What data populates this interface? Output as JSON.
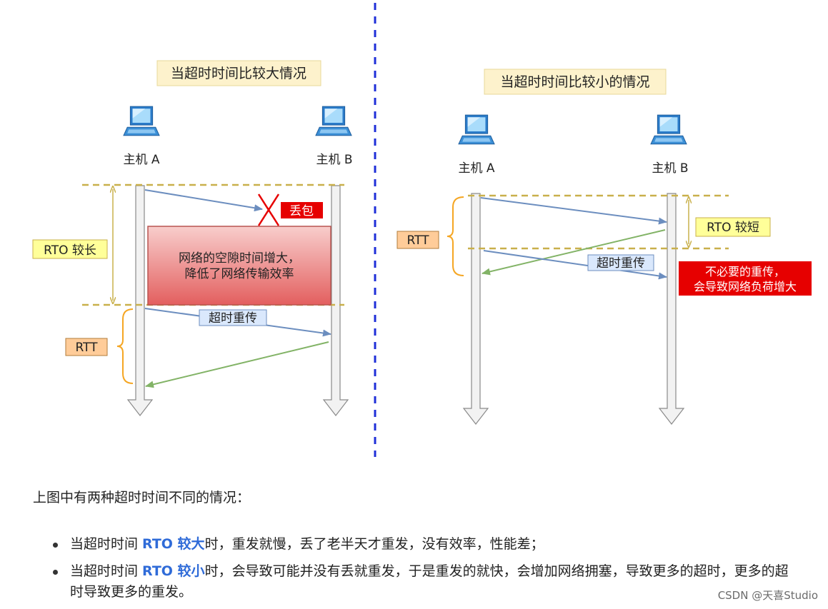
{
  "left_panel": {
    "title": "当超时时间比较大情况",
    "host_a": "主机 A",
    "host_b": "主机 B",
    "rto_label": "RTO 较长",
    "rtt_label": "RTT",
    "loss_label": "丢包",
    "waste_line1": "网络的空隙时间增大，",
    "waste_line2": "降低了网络传输效率",
    "retransmit_label": "超时重传"
  },
  "right_panel": {
    "title": "当超时时间比较小的情况",
    "host_a": "主机 A",
    "host_b": "主机 B",
    "rto_label": "RTO 较短",
    "rtt_label": "RTT",
    "retransmit_label": "超时重传",
    "warning_line1": "不必要的重传，",
    "warning_line2": "会导致网络负荷增大"
  },
  "description": "上图中有两种超时时间不同的情况：",
  "bullets": [
    {
      "prefix": "当超时时间 ",
      "keyword": "RTO 较大",
      "suffix": "时，重发就慢，丢了老半天才重发，没有效率，性能差；"
    },
    {
      "prefix": "当超时时间 ",
      "keyword": "RTO 较小",
      "suffix": "时，会导致可能并没有丢就重发，于是重发的就快，会增加网络拥塞，导致更多的超时，更多的超时导致更多的重发。"
    }
  ],
  "watermark": "CSDN @天喜Studio",
  "colors": {
    "title_bg": "#fdf2cc",
    "rto_bg": "#ffff99",
    "rtt_bg": "#ffcc99",
    "loss_bg": "#e60000",
    "waste_bg": "#ee6f6f",
    "retransmit_bg": "#dae8fc",
    "divider": "#1f2fd8",
    "blue_arrow": "#6c8ebf",
    "green_arrow": "#82b366",
    "dashed_line": "#c9b04b",
    "rtt_brace": "#f5a623",
    "keyword": "#2f6bd8"
  },
  "icons": [
    "computer-icon",
    "computer-icon",
    "computer-icon",
    "computer-icon",
    "cross-icon"
  ]
}
